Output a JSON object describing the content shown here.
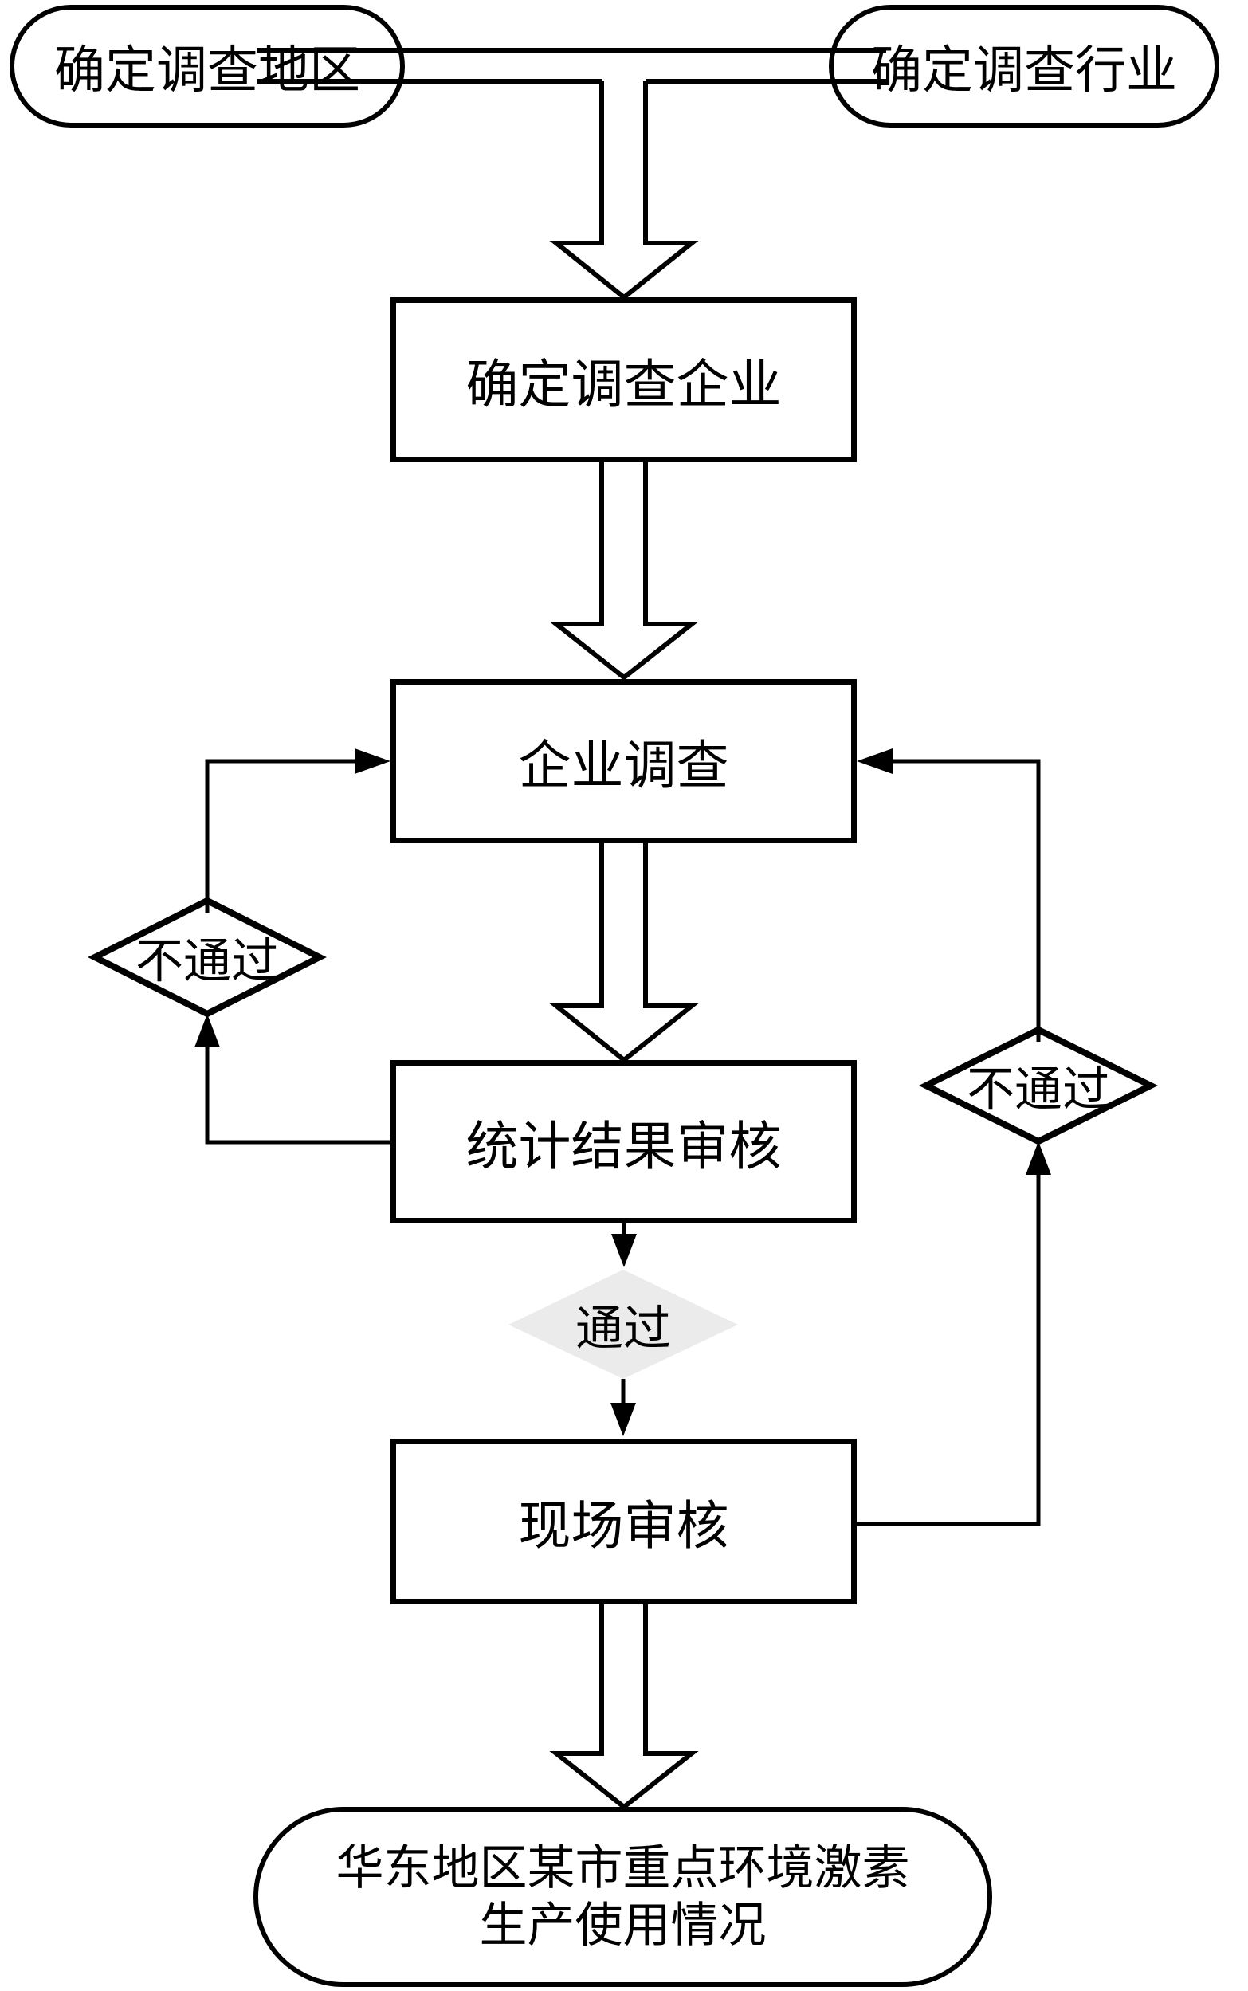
{
  "nodes": {
    "region": {
      "label": "确定调查地区"
    },
    "industry": {
      "label": "确定调查行业"
    },
    "enterprise": {
      "label": "确定调查企业"
    },
    "survey": {
      "label": "企业调查"
    },
    "stats_review": {
      "label": "统计结果审核"
    },
    "onsite_review": {
      "label": "现场审核"
    },
    "fail_left": {
      "label": "不通过"
    },
    "fail_right": {
      "label": "不通过"
    },
    "pass": {
      "label": "通过"
    },
    "result": {
      "line1": "华东地区某市重点环境激素",
      "line2": "生产使用情况"
    }
  },
  "colors": {
    "stroke": "#000000",
    "shape_fill": "#ffffff",
    "pass_diamond_fill": "#ebebeb",
    "background": "#ffffff"
  }
}
